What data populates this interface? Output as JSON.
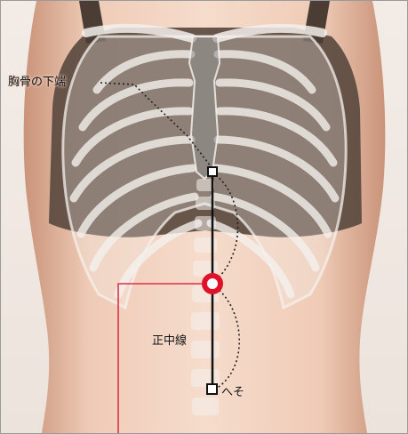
{
  "figure": {
    "labels": {
      "sternum_lower_end": "胸骨の下端",
      "midline": "正中線",
      "navel": "へそ"
    },
    "colors": {
      "skin": "#f2d2bf",
      "skin_shadow": "#d9a98c",
      "garment": "#5b4a3f",
      "bone": "#f4f0ec",
      "marker_point": "#e0122a",
      "leader_line": "#d9324b",
      "midline": "#111111"
    }
  }
}
